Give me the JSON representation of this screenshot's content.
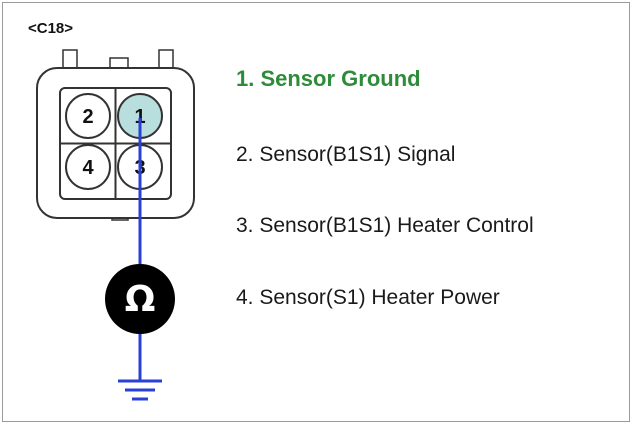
{
  "connector": {
    "id_label": "<C18>"
  },
  "pins": [
    {
      "number": "2",
      "highlighted": false
    },
    {
      "number": "1",
      "highlighted": true
    },
    {
      "number": "4",
      "highlighted": false
    },
    {
      "number": "3",
      "highlighted": false
    }
  ],
  "meter": {
    "symbol": "Ω",
    "icon": "ohm-meter-icon"
  },
  "legend": {
    "items": [
      {
        "text": "1. Sensor Ground",
        "active": true
      },
      {
        "text": "2. Sensor(B1S1) Signal",
        "active": false
      },
      {
        "text": "3. Sensor(B1S1) Heater Control",
        "active": false
      },
      {
        "text": "4. Sensor(S1) Heater Power",
        "active": false
      }
    ]
  },
  "colors": {
    "highlight_pin": "#b9dede",
    "probe_wire": "#2a3fd6",
    "active_text": "#2e8b3a",
    "meter_fill": "#000000"
  }
}
